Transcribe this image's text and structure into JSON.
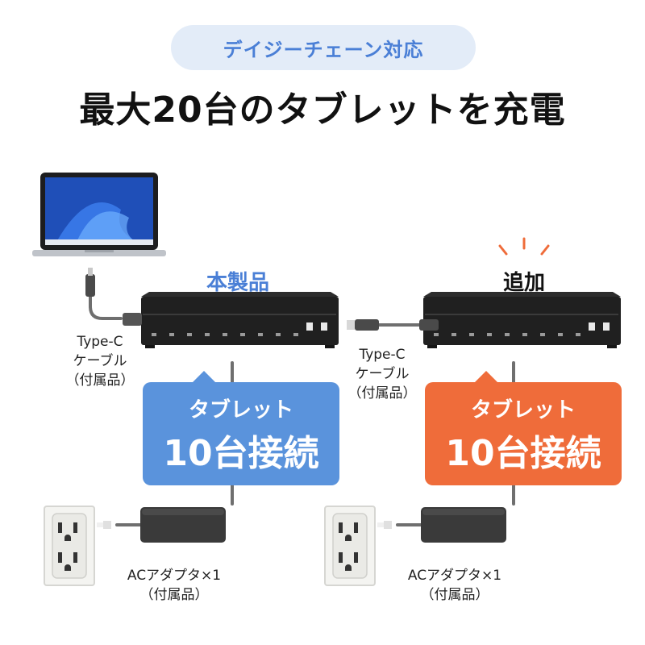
{
  "header": {
    "badge": "デイジーチェーン対応",
    "title": "最大20台のタブレットを充電"
  },
  "units": {
    "main_title": "本製品",
    "added_title": "追加"
  },
  "labels": {
    "cable_left": [
      "Type-C",
      "ケーブル",
      "（付属品）"
    ],
    "cable_middle": [
      "Type-C",
      "ケーブル",
      "（付属品）"
    ],
    "adapter_left": [
      "ACアダプタ×1",
      "（付属品）"
    ],
    "adapter_right": [
      "ACアダプタ×1",
      "（付属品）"
    ]
  },
  "callouts": {
    "blue": {
      "line1": "タブレット",
      "line2": "10台接続"
    },
    "orange": {
      "line1": "タブレット",
      "line2": "10台接続"
    }
  },
  "colors": {
    "accent_blue": "#5a93dc",
    "accent_orange": "#ef6c3a",
    "badge_bg": "#e3ecf8",
    "badge_text": "#4a7fd6"
  }
}
